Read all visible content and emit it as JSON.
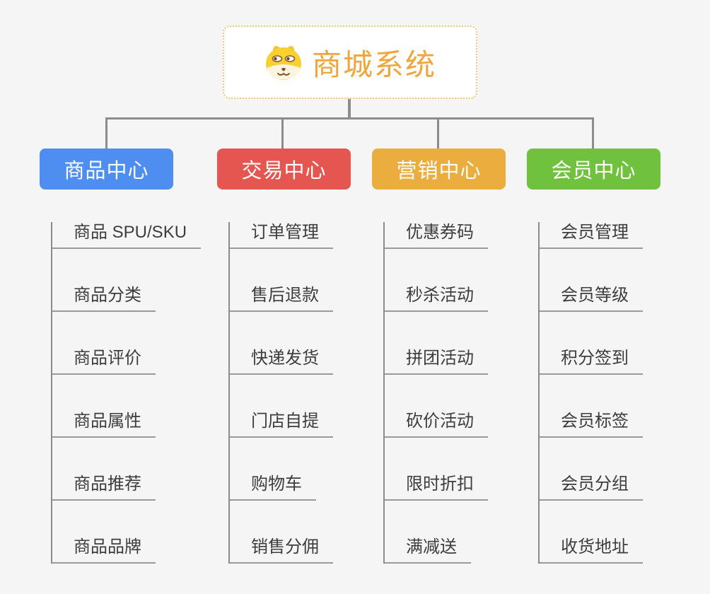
{
  "canvas": {
    "background": "#F5F5F5",
    "connector_color": "#8C8C8C",
    "underline_color": "#9A9A9A"
  },
  "root": {
    "label": "商城系统",
    "text_color": "#F0A63B",
    "border_color": "#F4C878",
    "icon": "shiba-dog-icon"
  },
  "branches": [
    {
      "label": "商品中心",
      "color": "#4D8EF0",
      "leaves": [
        "商品 SPU/SKU",
        "商品分类",
        "商品评价",
        "商品属性",
        "商品推荐",
        "商品品牌"
      ]
    },
    {
      "label": "交易中心",
      "color": "#E4564F",
      "leaves": [
        "订单管理",
        "售后退款",
        "快递发货",
        "门店自提",
        "购物车",
        "销售分佣"
      ]
    },
    {
      "label": "营销中心",
      "color": "#EBAD3E",
      "leaves": [
        "优惠券码",
        "秒杀活动",
        "拼团活动",
        "砍价活动",
        "限时折扣",
        "满减送"
      ]
    },
    {
      "label": "会员中心",
      "color": "#6FC13E",
      "leaves": [
        "会员管理",
        "会员等级",
        "积分签到",
        "会员标签",
        "会员分组",
        "收货地址"
      ]
    }
  ]
}
